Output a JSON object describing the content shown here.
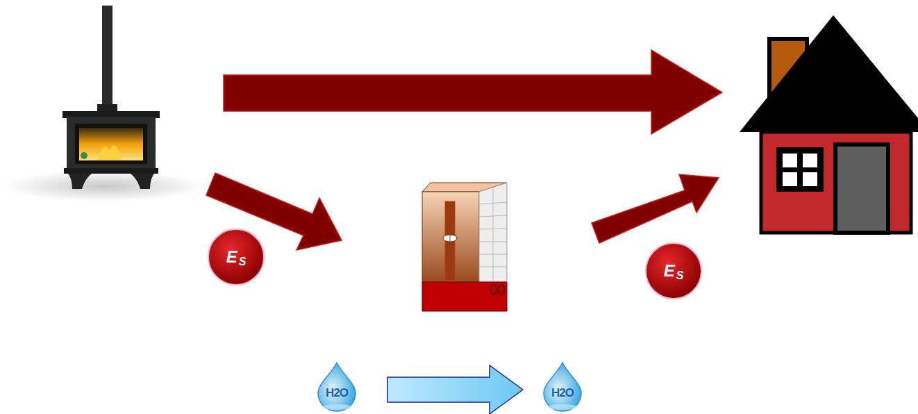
{
  "diagram": {
    "nodes": [
      {
        "text": [
          "E",
          "S"
        ]
      },
      {
        "text": [
          "E",
          "S"
        ]
      },
      {
        "text": [
          "H2O"
        ]
      },
      {
        "text": [
          "H2O"
        ]
      }
    ],
    "edges": [
      {
        "from": 2,
        "to": 3,
        "arrow": "to"
      }
    ]
  }
}
